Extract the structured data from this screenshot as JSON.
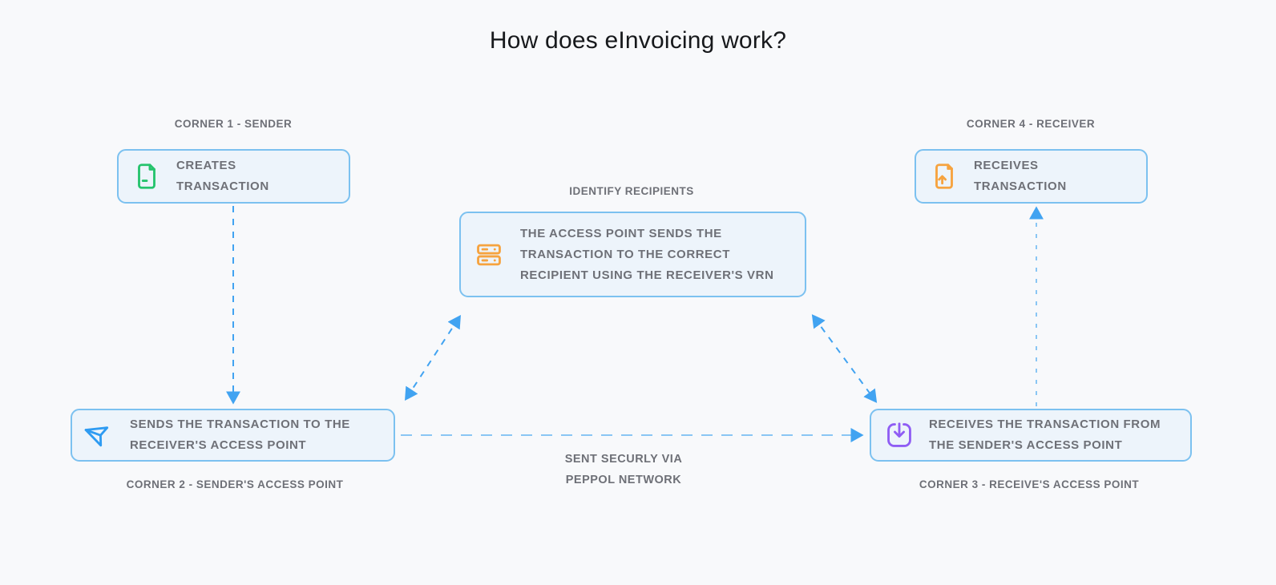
{
  "title": "How does eInvoicing work?",
  "colors": {
    "background": "#f8f9fb",
    "box_bg": "#edf4fb",
    "box_border": "#7cc1f0",
    "arrow_strong": "#41a3f1",
    "arrow_light": "#8ac6f4",
    "title_text": "#17191c",
    "label_text": "#6e7077",
    "green": "#25c36d",
    "orange": "#f6a33f",
    "blue_icon": "#2e9bf2",
    "purple": "#8f5df4"
  },
  "nodes": {
    "corner1": {
      "label": "CORNER 1 - SENDER",
      "text": "CREATES TRANSACTION",
      "icon": "file-icon"
    },
    "corner2": {
      "label": "CORNER 2 - SENDER'S ACCESS POINT",
      "text": "SENDS THE TRANSACTION TO THE RECEIVER'S ACCESS POINT",
      "icon": "paper-plane-icon"
    },
    "corner3": {
      "label": "CORNER 3 - RECEIVE'S  ACCESS POINT",
      "text": "RECEIVES THE TRANSACTION FROM THE SENDER'S ACCESS POINT",
      "icon": "download-tray-icon"
    },
    "corner4": {
      "label": "CORNER 4 - RECEIVER",
      "text": "RECEIVES TRANSACTION",
      "icon": "file-upload-icon"
    },
    "center": {
      "label": "IDENTIFY RECIPIENTS",
      "text": "THE ACCESS POINT SENDS THE TRANSACTION TO THE CORRECT RECIPIENT USING THE RECEIVER'S VRN",
      "icon": "server-icon"
    }
  },
  "annotations": {
    "network_line1": "SENT SECURLY VIA",
    "network_line2": "PEPPOL NETWORK"
  }
}
